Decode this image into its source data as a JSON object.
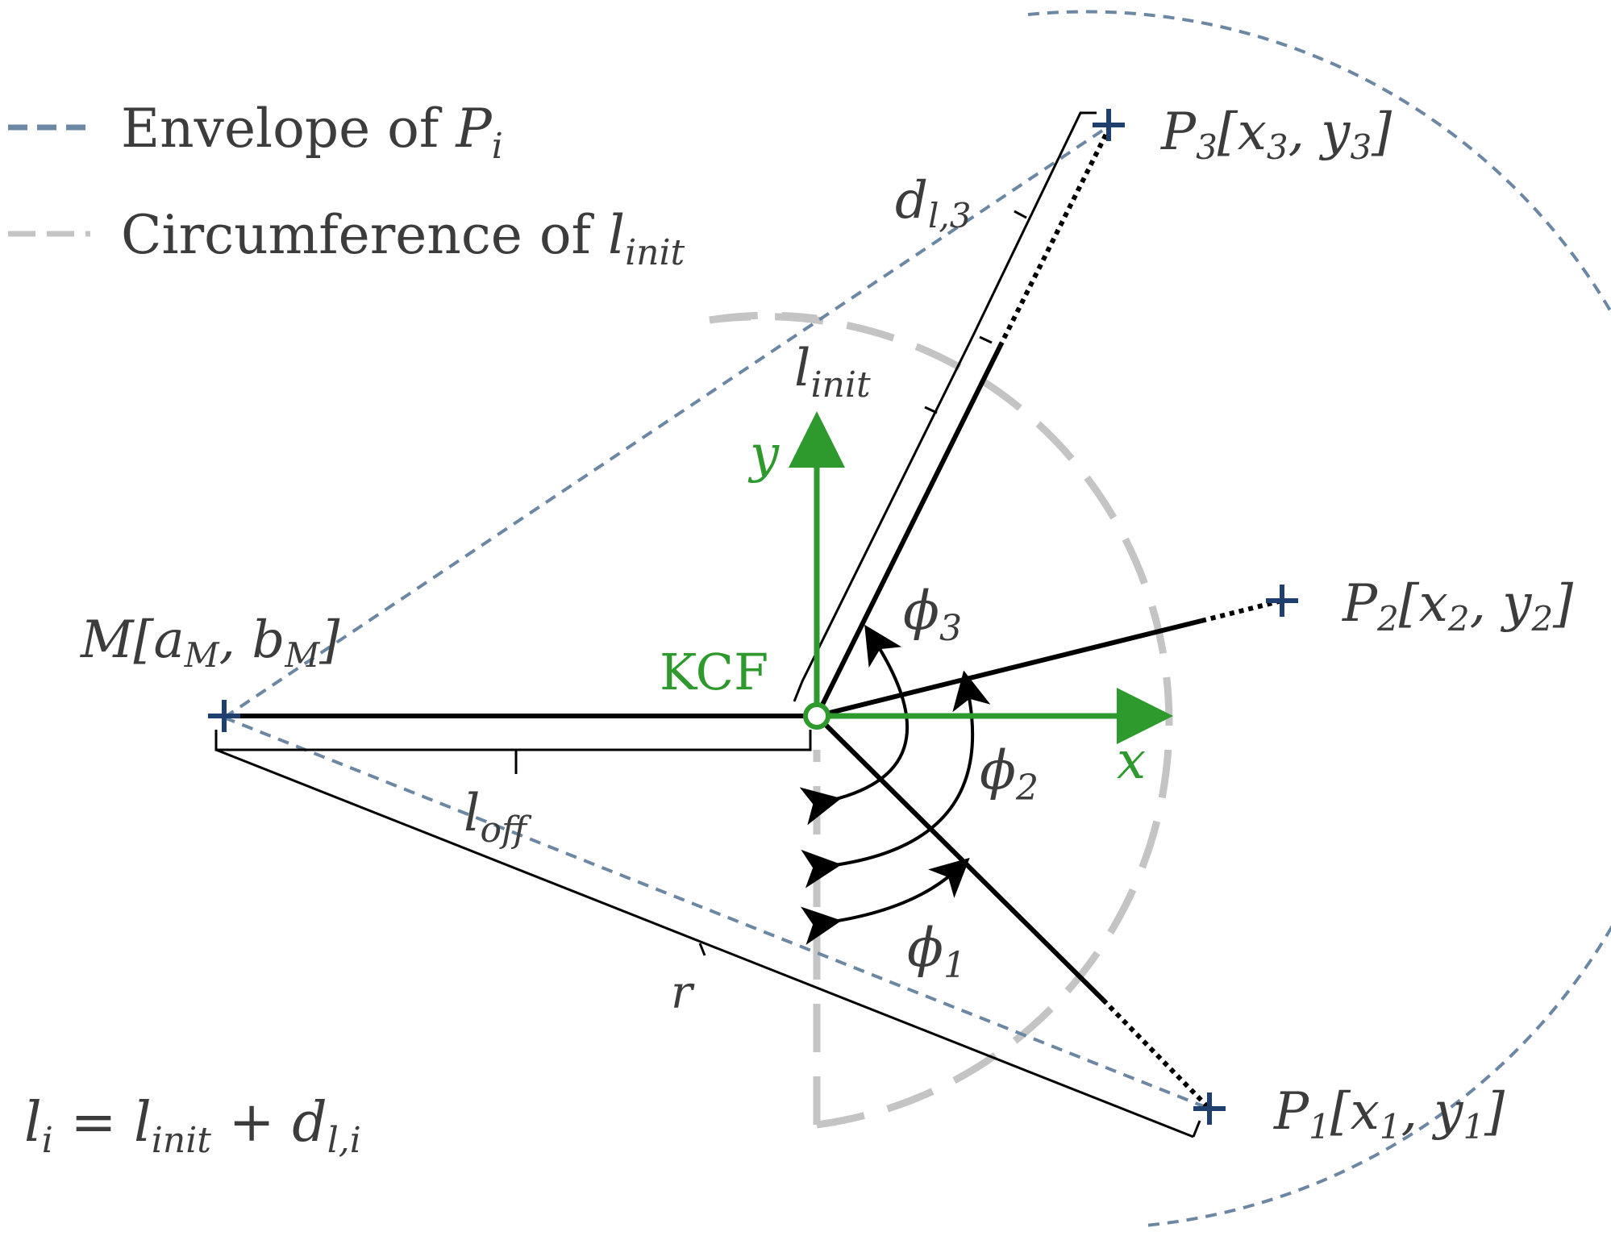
{
  "colors": {
    "envelope": "#6b87a3",
    "circumference": "#c4c4c4",
    "axis": "#2e9a2e",
    "marker": "#1f3f6e",
    "line": "#000000",
    "text": "#3c3c3c"
  },
  "legend": {
    "envelope_prefix": "Envelope of ",
    "envelope_var": "P",
    "envelope_sub": "i",
    "circ_prefix": "Circumference of ",
    "circ_var": "l",
    "circ_sub": "init"
  },
  "frame": {
    "origin_label": "KCF",
    "x_label": "x",
    "y_label": "y"
  },
  "points": {
    "m": {
      "name": "M",
      "bracket_open": "[",
      "a": "a",
      "a_sub": "M",
      "comma": ", ",
      "b": "b",
      "b_sub": "M",
      "bracket_close": "]"
    },
    "p1": {
      "name": "P",
      "name_sub": "1",
      "bracket_open": "[",
      "x": "x",
      "x_sub": "1",
      "comma": ", ",
      "y": "y",
      "y_sub": "1",
      "bracket_close": "]"
    },
    "p2": {
      "name": "P",
      "name_sub": "2",
      "bracket_open": "[",
      "x": "x",
      "x_sub": "2",
      "comma": ", ",
      "y": "y",
      "y_sub": "2",
      "bracket_close": "]"
    },
    "p3": {
      "name": "P",
      "name_sub": "3",
      "bracket_open": "[",
      "x": "x",
      "x_sub": "3",
      "comma": ", ",
      "y": "y",
      "y_sub": "3",
      "bracket_close": "]"
    }
  },
  "labels": {
    "d_l3": {
      "var": "d",
      "sub": "l,3"
    },
    "l_init": {
      "var": "l",
      "sub": "init"
    },
    "l_off": {
      "var": "l",
      "sub": "off"
    },
    "r": "r",
    "phi1": {
      "var": "ϕ",
      "sub": "1"
    },
    "phi2": {
      "var": "ϕ",
      "sub": "2"
    },
    "phi3": {
      "var": "ϕ",
      "sub": "3"
    }
  },
  "equation": {
    "lhs_var": "l",
    "lhs_sub": "i",
    "eq": " = ",
    "t1_var": "l",
    "t1_sub": "init",
    "plus": " + ",
    "t2_var": "d",
    "t2_sub": "l,i"
  }
}
